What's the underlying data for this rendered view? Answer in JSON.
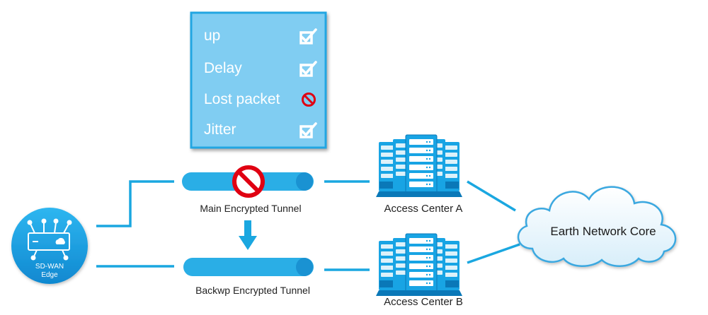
{
  "status_panel": {
    "items": [
      {
        "label": "up",
        "status": "ok",
        "icon": "checkbox-checked-icon"
      },
      {
        "label": "Delay",
        "status": "ok",
        "icon": "checkbox-checked-icon"
      },
      {
        "label": "Lost packet",
        "status": "blocked",
        "icon": "prohibited-icon"
      },
      {
        "label": "Jitter",
        "status": "ok",
        "icon": "checkbox-checked-icon"
      }
    ]
  },
  "edge": {
    "label_line1": "SD-WAN",
    "label_line2": "Edge",
    "icon": "router-icon"
  },
  "tunnels": {
    "main": {
      "label": "Main Encrypted Tunnel",
      "status": "blocked"
    },
    "backup": {
      "label": "Backwp Encrypted Tunnel",
      "status": "active"
    }
  },
  "access_centers": {
    "a": {
      "label": "Access Center A",
      "icon": "server-rack-icon"
    },
    "b": {
      "label": "Access Center B",
      "icon": "server-rack-icon"
    }
  },
  "core": {
    "label": "Earth Network Core",
    "icon": "cloud-icon"
  },
  "colors": {
    "accent": "#1aa7e0",
    "panel_fill": "#80cdf2",
    "panel_border": "#20a6e2",
    "prohibited": "#e00012",
    "server_body": "#18a4e4",
    "server_dark": "#0a78b8",
    "cloud_fill": "#ffffff",
    "cloud_stroke": "#3aa8e0"
  }
}
